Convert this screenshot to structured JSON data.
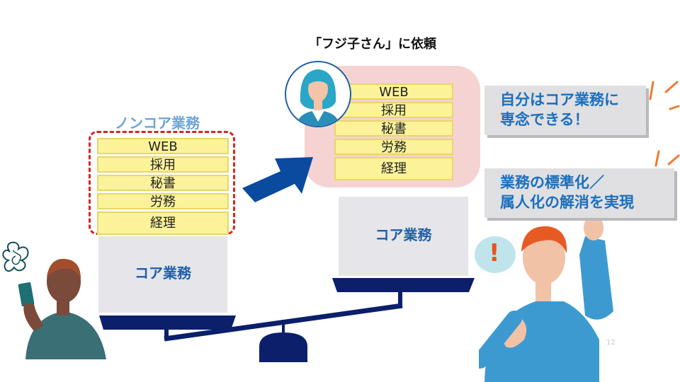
{
  "title": "「フジ子さん」に依頼",
  "noncore_label": "ノンコア業務",
  "left_tasks": [
    "WEB",
    "採用",
    "秘書",
    "労務",
    "経理"
  ],
  "right_tasks": [
    "WEB",
    "採用",
    "秘書",
    "労務",
    "経理"
  ],
  "core_left": "コア業務",
  "core_right": "コア業務",
  "callout_1": [
    "自分はコア業務に",
    "専念できる！"
  ],
  "callout_2": [
    "業務の標準化／",
    "属人化の解消を実現"
  ],
  "exclamation": "!",
  "page_number": "12",
  "colors": {
    "navy": "#0b1f6b",
    "arrow": "#0a4ba0",
    "accent_blue": "#1a6fbf",
    "dash_red": "#d9261c",
    "pink": "#f6d3d3",
    "task_yellow": "#fbf29a"
  }
}
